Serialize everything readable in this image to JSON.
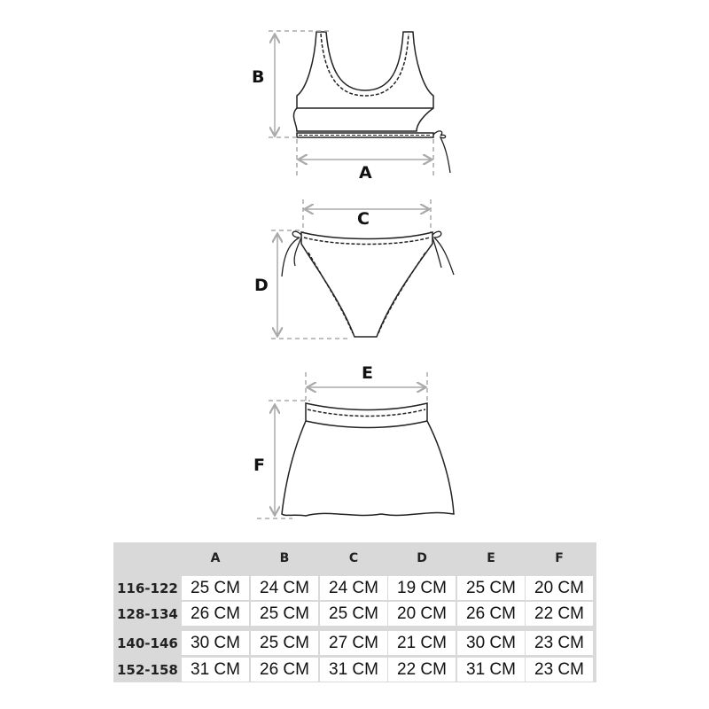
{
  "labels": {
    "a": "A",
    "b": "B",
    "c": "C",
    "d": "D",
    "e": "E",
    "f": "F"
  },
  "table": {
    "columns": [
      "A",
      "B",
      "C",
      "D",
      "E",
      "F"
    ],
    "rows": [
      {
        "size": "116-122",
        "values": [
          "25 CM",
          "24 CM",
          "24 CM",
          "19 CM",
          "25 CM",
          "20 CM"
        ]
      },
      {
        "size": "128-134",
        "values": [
          "26 CM",
          "25 CM",
          "25 CM",
          "20 CM",
          "26 CM",
          "22 CM"
        ]
      },
      {
        "size": "140-146",
        "values": [
          "30 CM",
          "25 CM",
          "27 CM",
          "21 CM",
          "30 CM",
          "23 CM"
        ]
      },
      {
        "size": "152-158",
        "values": [
          "31 CM",
          "26 CM",
          "31 CM",
          "22 CM",
          "31 CM",
          "23 CM"
        ]
      }
    ]
  },
  "colors": {
    "dimension": "#aaaaaa",
    "outline": "#222222",
    "table_bg": "#d9d9d9"
  }
}
